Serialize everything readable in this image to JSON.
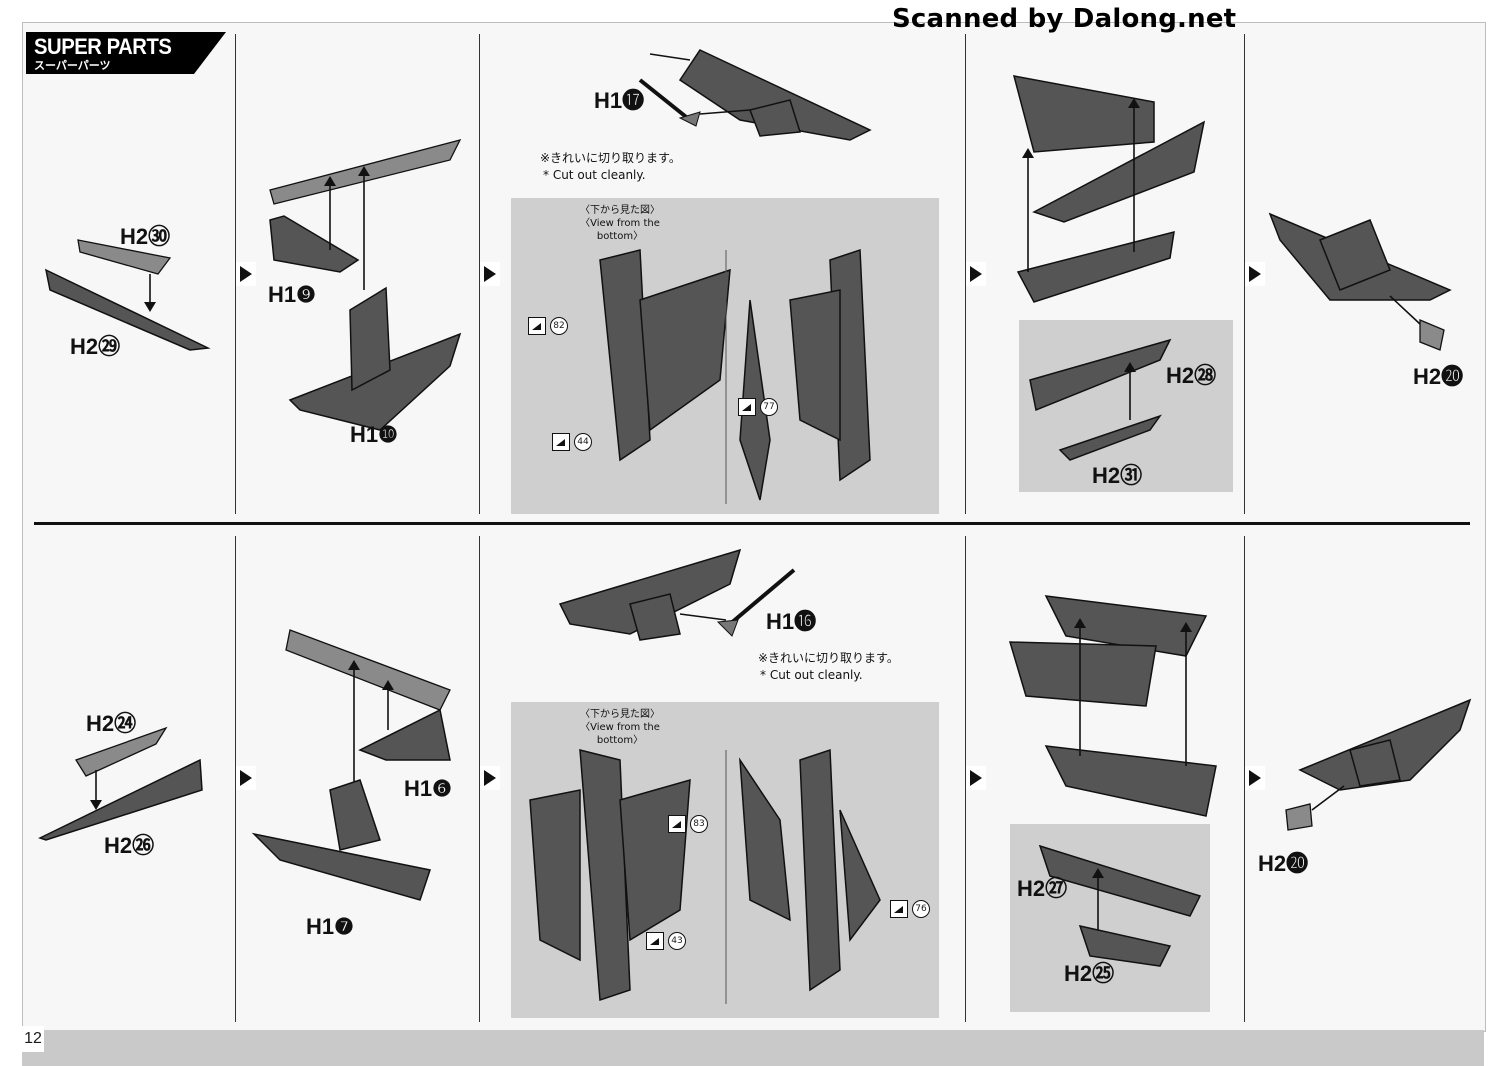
{
  "watermark": "Scanned by Dalong.net",
  "title": {
    "en": "SUPER PARTS",
    "jp": "スーパーパーツ"
  },
  "page_number": "12",
  "top": {
    "step1": {
      "labels": [
        "H2㉚",
        "H2㉙"
      ]
    },
    "step2": {
      "labels": [
        "H1❾",
        "H1❿"
      ]
    },
    "step3": {
      "label_runner": "H1⓱",
      "note_jp": "※きれいに切り取ります。",
      "note_en": "* Cut out cleanly.",
      "view_caption_jp": "〈下から見た図〉",
      "view_caption_en": "〈View from the bottom〉",
      "stickers": [
        "82",
        "44",
        "77"
      ]
    },
    "step4": {
      "labels": [
        "H2㉘",
        "H2㉛"
      ]
    },
    "step5": {
      "labels": [
        "H2⓴"
      ]
    }
  },
  "bottom": {
    "step1": {
      "labels": [
        "H2㉔",
        "H2㉖"
      ]
    },
    "step2": {
      "labels": [
        "H1❻",
        "H1❼"
      ]
    },
    "step3": {
      "label_runner": "H1⓰",
      "note_jp": "※きれいに切り取ります。",
      "note_en": "* Cut out cleanly.",
      "view_caption_jp": "〈下から見た図〉",
      "view_caption_en": "〈View from the bottom〉",
      "stickers": [
        "83",
        "43",
        "76"
      ]
    },
    "step4": {
      "labels": [
        "H2㉗",
        "H2㉕"
      ]
    },
    "step5": {
      "labels": [
        "H2⓴"
      ]
    }
  }
}
